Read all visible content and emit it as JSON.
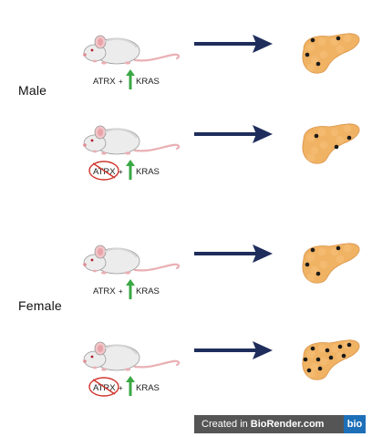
{
  "groups": [
    {
      "label": "Male"
    },
    {
      "label": "Female"
    }
  ],
  "rows": [
    {
      "atrx": "ATRX",
      "plus": "+",
      "kras": "KRAS",
      "atrx_knockout": false,
      "tumor_dots": 4
    },
    {
      "atrx": "ATRX",
      "plus": "+",
      "kras": "KRAS",
      "atrx_knockout": true,
      "tumor_dots": 3
    },
    {
      "atrx": "ATRX",
      "plus": "+",
      "kras": "KRAS",
      "atrx_knockout": false,
      "tumor_dots": 4
    },
    {
      "atrx": "ATRX",
      "plus": "+",
      "kras": "KRAS",
      "atrx_knockout": true,
      "tumor_dots": 10
    }
  ],
  "icons": {
    "mouse": "mouse-icon",
    "upregulation": "green-up-arrow-icon",
    "knockout": "red-strike-circle-icon",
    "process": "navy-right-arrow-icon",
    "organ": "pancreas-icon"
  },
  "colors": {
    "arrow": "#1f2d5c",
    "up_arrow": "#3aa845",
    "knockout": "#d0342c",
    "pancreas": "#f0b263",
    "tumor": "#1a1a1a",
    "badge_bg": "#555555",
    "badge_logo": "#1d6fb8"
  },
  "watermark": {
    "prefix": "Created in",
    "brand": "BioRender.com",
    "logo": "bio"
  }
}
